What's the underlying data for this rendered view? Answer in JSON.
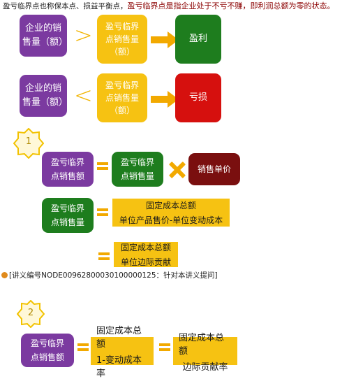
{
  "header": {
    "note_part1": "盈亏临界点也称保本点、损益平衡点，",
    "note_part2": "盈亏临界点是指企业处于不亏不赚，即利润总额为零的状态。"
  },
  "row1": {
    "left": "企业的销\n售量（额）",
    "relation": ">",
    "middle": "盈亏临界\n点销售量\n（额）",
    "result": "盈利"
  },
  "row2": {
    "left": "企业的销\n售量（额）",
    "relation": "<",
    "middle": "盈亏临界\n点销售量\n（额）",
    "result": "亏损"
  },
  "formula1": {
    "badge": "1",
    "eq1": {
      "left": "盈亏临界\n点销售额",
      "mid": "盈亏临界\n点销售量",
      "right": "销售单价"
    },
    "eq2": {
      "left": "盈亏临界\n点销售量",
      "numerator": "固定成本总额",
      "denominator": "单位产品售价-单位变动成本"
    },
    "eq3": {
      "numerator": "固定成本总额",
      "denominator": "单位边际贡献"
    }
  },
  "lecture_ref": "[讲义编号NODE00962800030100000125：针对本讲义提问]",
  "formula2": {
    "badge": "2",
    "left": "盈亏临界\n点销售额",
    "frac1_numerator": "固定成本总额",
    "frac1_denominator": "1-变动成本率",
    "frac2_numerator": "固定成本总额",
    "frac2_denominator": "边际贡献率"
  },
  "colors": {
    "purple": "#7b3aa0",
    "yellow": "#f6c212",
    "green": "#1e7d1e",
    "red": "#d6100e",
    "dark_red": "#7a0f0f",
    "arrow": "#f2a900"
  }
}
